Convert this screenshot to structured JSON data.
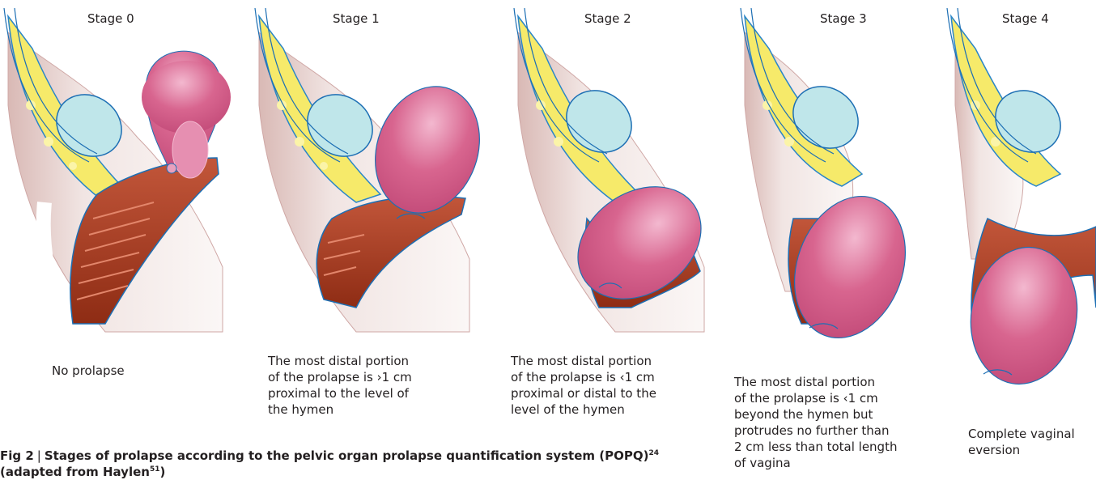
{
  "stages": [
    {
      "title": "Stage 0",
      "caption": "No prolapse"
    },
    {
      "title": "Stage 1",
      "caption": "The most distal portion\nof the prolapse is ›1 cm\nproximal to the level of\nthe hymen"
    },
    {
      "title": "Stage 2",
      "caption": " The most distal portion\nof the prolapse is ‹1 cm\nproximal or distal to the\nlevel of the hymen"
    },
    {
      "title": "Stage 3",
      "caption": "The most distal portion\nof the prolapse is ‹1 cm\nbeyond the hymen but\nprotrudes no further than\n2 cm less than total length\nof vagina"
    },
    {
      "title": "Stage 4",
      "caption": "Complete vaginal\neversion"
    }
  ],
  "figure": {
    "label": "Fig 2",
    "separator": "|",
    "text": "Stages of prolapse according to the pelvic organ prolapse quantification system (POPQ)",
    "ref1": "24",
    "text2": "(adapted from Haylen",
    "ref2": "51",
    "text3": ")"
  },
  "colors": {
    "skin": "#efe3e1",
    "skin_edge": "#cfa7a5",
    "bone": "#f6ea6a",
    "bone_edge": "#2a86c8",
    "bladder": "#bfe6ea",
    "uterus": "#d8658f",
    "vagina": "#a8391f",
    "outline": "#1d6fb4"
  }
}
